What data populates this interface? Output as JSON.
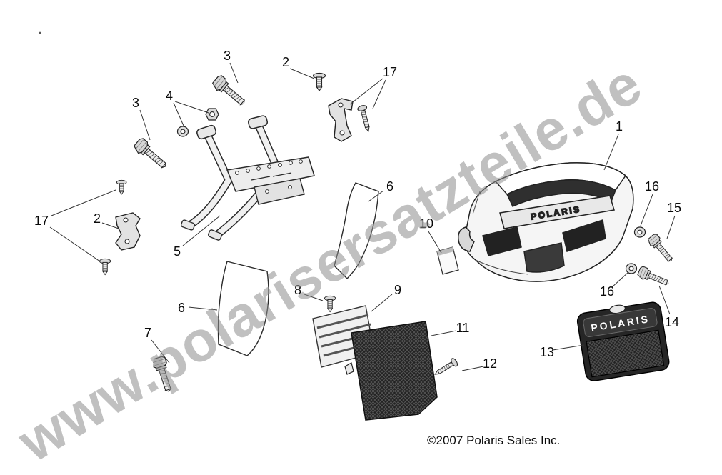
{
  "watermark": {
    "text": "www.polarisersatzteile.de"
  },
  "footer": {
    "copyright": "©2007 Polaris Sales Inc."
  },
  "brand": {
    "bumper_label": "POLARIS",
    "grille_label": "POLARIS"
  },
  "callouts": [
    {
      "name": "bolt-top",
      "label": "3"
    },
    {
      "name": "push-rivet-top",
      "label": "2"
    },
    {
      "name": "bracket-screws-top",
      "label": "17"
    },
    {
      "name": "bolt-left",
      "label": "3"
    },
    {
      "name": "nut-and-washer",
      "label": "4"
    },
    {
      "name": "front-bumper",
      "label": "1"
    },
    {
      "name": "washer-upper-right",
      "label": "16"
    },
    {
      "name": "bolt-upper-right",
      "label": "15"
    },
    {
      "name": "rivets-left",
      "label": "17"
    },
    {
      "name": "bracket-left",
      "label": "2"
    },
    {
      "name": "mount-frame",
      "label": "5"
    },
    {
      "name": "panel-upper",
      "label": "6"
    },
    {
      "name": "decal",
      "label": "10"
    },
    {
      "name": "panel-lower",
      "label": "6"
    },
    {
      "name": "push-rivet-center",
      "label": "8"
    },
    {
      "name": "grille-insert",
      "label": "9"
    },
    {
      "name": "washer-lower-right",
      "label": "16"
    },
    {
      "name": "bolt-lower-right",
      "label": "14"
    },
    {
      "name": "bolt-bottom-left",
      "label": "7"
    },
    {
      "name": "mesh-screen",
      "label": "11"
    },
    {
      "name": "screw-bottom",
      "label": "12"
    },
    {
      "name": "front-grille",
      "label": "13"
    }
  ]
}
